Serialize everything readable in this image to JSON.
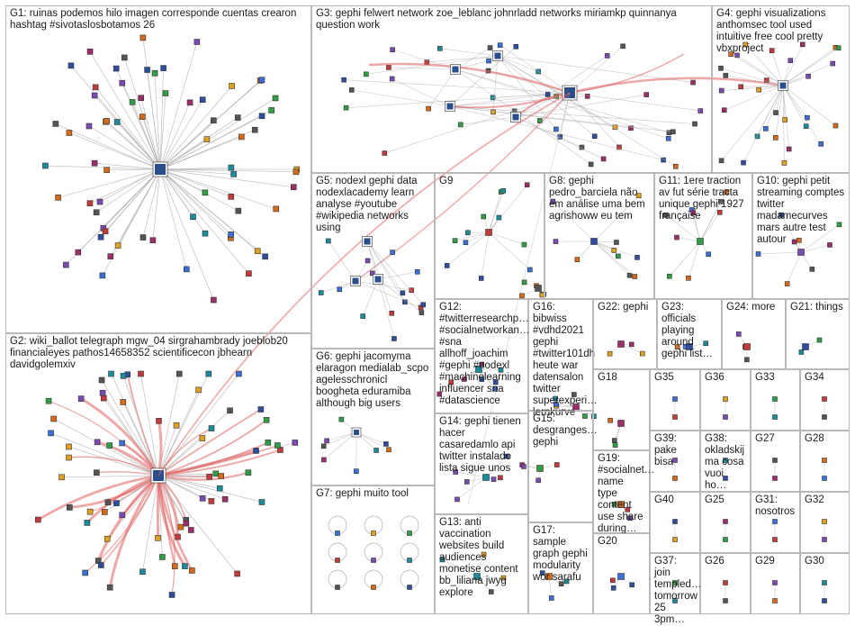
{
  "colors": {
    "edge": "#b0b0b0",
    "edge_strong": "#e06060",
    "panel_border": "#b9b9b9",
    "hub_fill": "#2a4d8c"
  },
  "groups": [
    {
      "id": "G1",
      "label": "G1: ruinas podemos hilo imagen corresponde cuentas crearon hashtag #sivotaslosbotamos 26"
    },
    {
      "id": "G2",
      "label": "G2: wiki_ballot telegraph mgw_04 sirgrahambrady joeblob20 financialeyes pathos14658352 scientificecon jbhearn davidgolemxiv"
    },
    {
      "id": "G3",
      "label": "G3: gephi felwert network zoe_leblanc johnrladd networks miriamkp quinnanya question work"
    },
    {
      "id": "G4",
      "label": "G4: gephi visualizations anthomsec tool used intuitive free cool pretty vbxproject"
    },
    {
      "id": "G5",
      "label": "G5: nodexl gephi data nodexlacademy learn analyse #youtube #wikipedia networks using"
    },
    {
      "id": "G9",
      "label": "G9"
    },
    {
      "id": "G8",
      "label": "G8: gephi pedro_barciela não em análise uma bem agrishoww eu tem"
    },
    {
      "id": "G11",
      "label": "G11: 1ere traction av fut série tracta unique gephi 1927 française"
    },
    {
      "id": "G10",
      "label": "G10: gephi petit streaming comptes twitter madamecurves mars autre test autour"
    },
    {
      "id": "G6",
      "label": "G6: gephi jacomyma elaragon medialab_scpo agelesschronicl boogheta eduramiba although big users"
    },
    {
      "id": "G12",
      "label": "G12: #twitterresearchp… #socialnetworkan… #sna allhoff_joachim #gephi #nodexl #machinelearning influencer sna #datascience"
    },
    {
      "id": "G16",
      "label": "G16: bibwiss #vdhd2021 gephi #twitter101dh heute war datensalon twitter superexperi… lernkurve"
    },
    {
      "id": "G22",
      "label": "G22: gephi"
    },
    {
      "id": "G23",
      "label": "G23: officials playing around gephi list…"
    },
    {
      "id": "G24",
      "label": "G24: more"
    },
    {
      "id": "G21",
      "label": "G21: things"
    },
    {
      "id": "G14",
      "label": "G14: gephi tienen hacer casaredamlo api twitter instalado lista sigue unos"
    },
    {
      "id": "G15",
      "label": "G15: desgranges… gephi"
    },
    {
      "id": "G18",
      "label": "G18"
    },
    {
      "id": "G35",
      "label": "G35"
    },
    {
      "id": "G36",
      "label": "G36"
    },
    {
      "id": "G33",
      "label": "G33"
    },
    {
      "id": "G34",
      "label": "G34"
    },
    {
      "id": "G39",
      "label": "G39: pake bisa"
    },
    {
      "id": "G38",
      "label": "G38: okladskij ma cosa vuoi ho…"
    },
    {
      "id": "G27",
      "label": "G27"
    },
    {
      "id": "G28",
      "label": "G28"
    },
    {
      "id": "G19",
      "label": "G19: #socialnet… name type content use share during…"
    },
    {
      "id": "G7",
      "label": "G7: gephi muito tool"
    },
    {
      "id": "G40",
      "label": "G40"
    },
    {
      "id": "G25",
      "label": "G25"
    },
    {
      "id": "G31",
      "label": "G31: nosotros"
    },
    {
      "id": "G32",
      "label": "G32"
    },
    {
      "id": "G13",
      "label": "G13: anti vaccination websites build audiences monetise content bb_liliana jwyg explore"
    },
    {
      "id": "G17",
      "label": "G17: sample graph gephi modularity wor sarafu"
    },
    {
      "id": "G20",
      "label": "G20"
    },
    {
      "id": "G37",
      "label": "G37: join templed… tomorrow 25 3pm…"
    },
    {
      "id": "G26",
      "label": "G26"
    },
    {
      "id": "G29",
      "label": "G29"
    },
    {
      "id": "G30",
      "label": "G30"
    }
  ]
}
